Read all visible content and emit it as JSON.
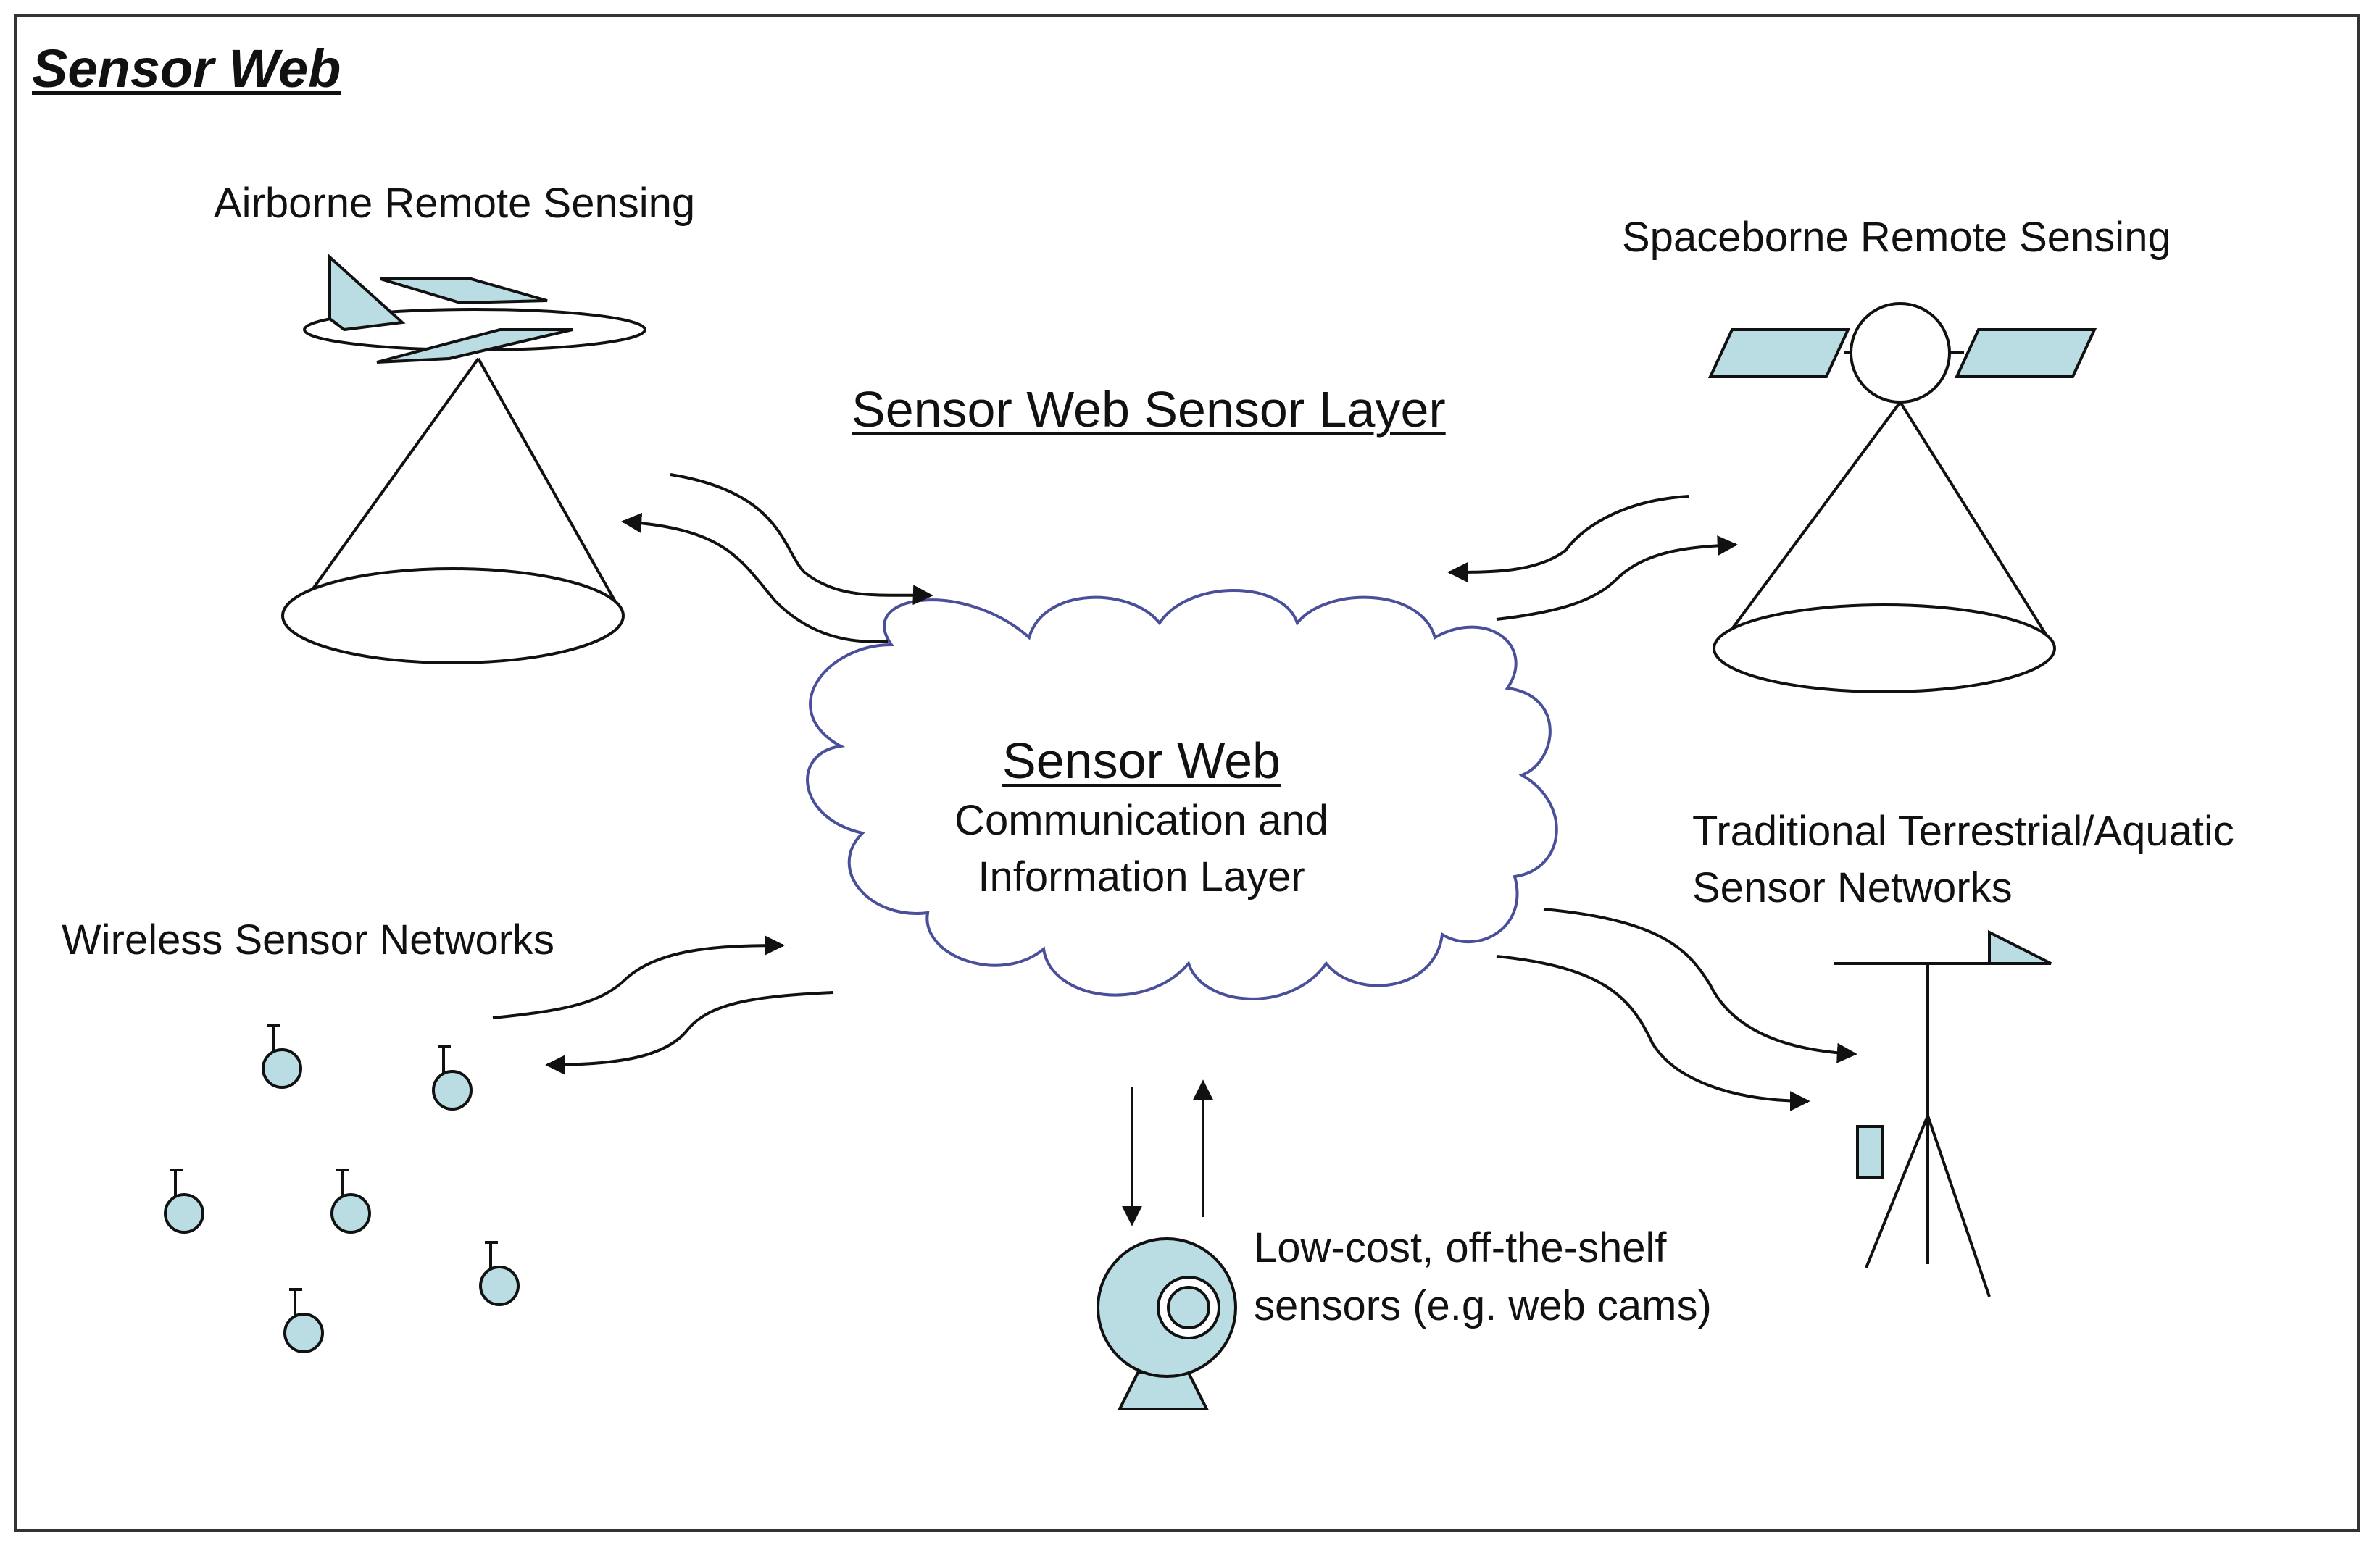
{
  "title": "Sensor Web",
  "labels": {
    "airborne": "Airborne Remote Sensing",
    "spaceborne": "Spaceborne Remote Sensing",
    "sensor_layer": "Sensor Web Sensor Layer",
    "cloud_title": "Sensor Web",
    "cloud_line1": "Communication and",
    "cloud_line2": "Information Layer",
    "wireless": "Wireless Sensor Networks",
    "traditional_line1": "Traditional Terrestrial/Aquatic",
    "traditional_line2": "Sensor Networks",
    "lowcost_line1": "Low-cost, off-the-shelf",
    "lowcost_line2": "sensors (e.g. web cams)"
  },
  "colors": {
    "sensor_fill": "#b9dde2",
    "cloud_stroke": "#4a4f9a",
    "line": "#111111"
  },
  "icons": [
    "airplane-icon",
    "satellite-icon",
    "wireless-sensor-node-icon",
    "webcam-icon",
    "tripod-sensor-icon",
    "cloud-icon"
  ]
}
